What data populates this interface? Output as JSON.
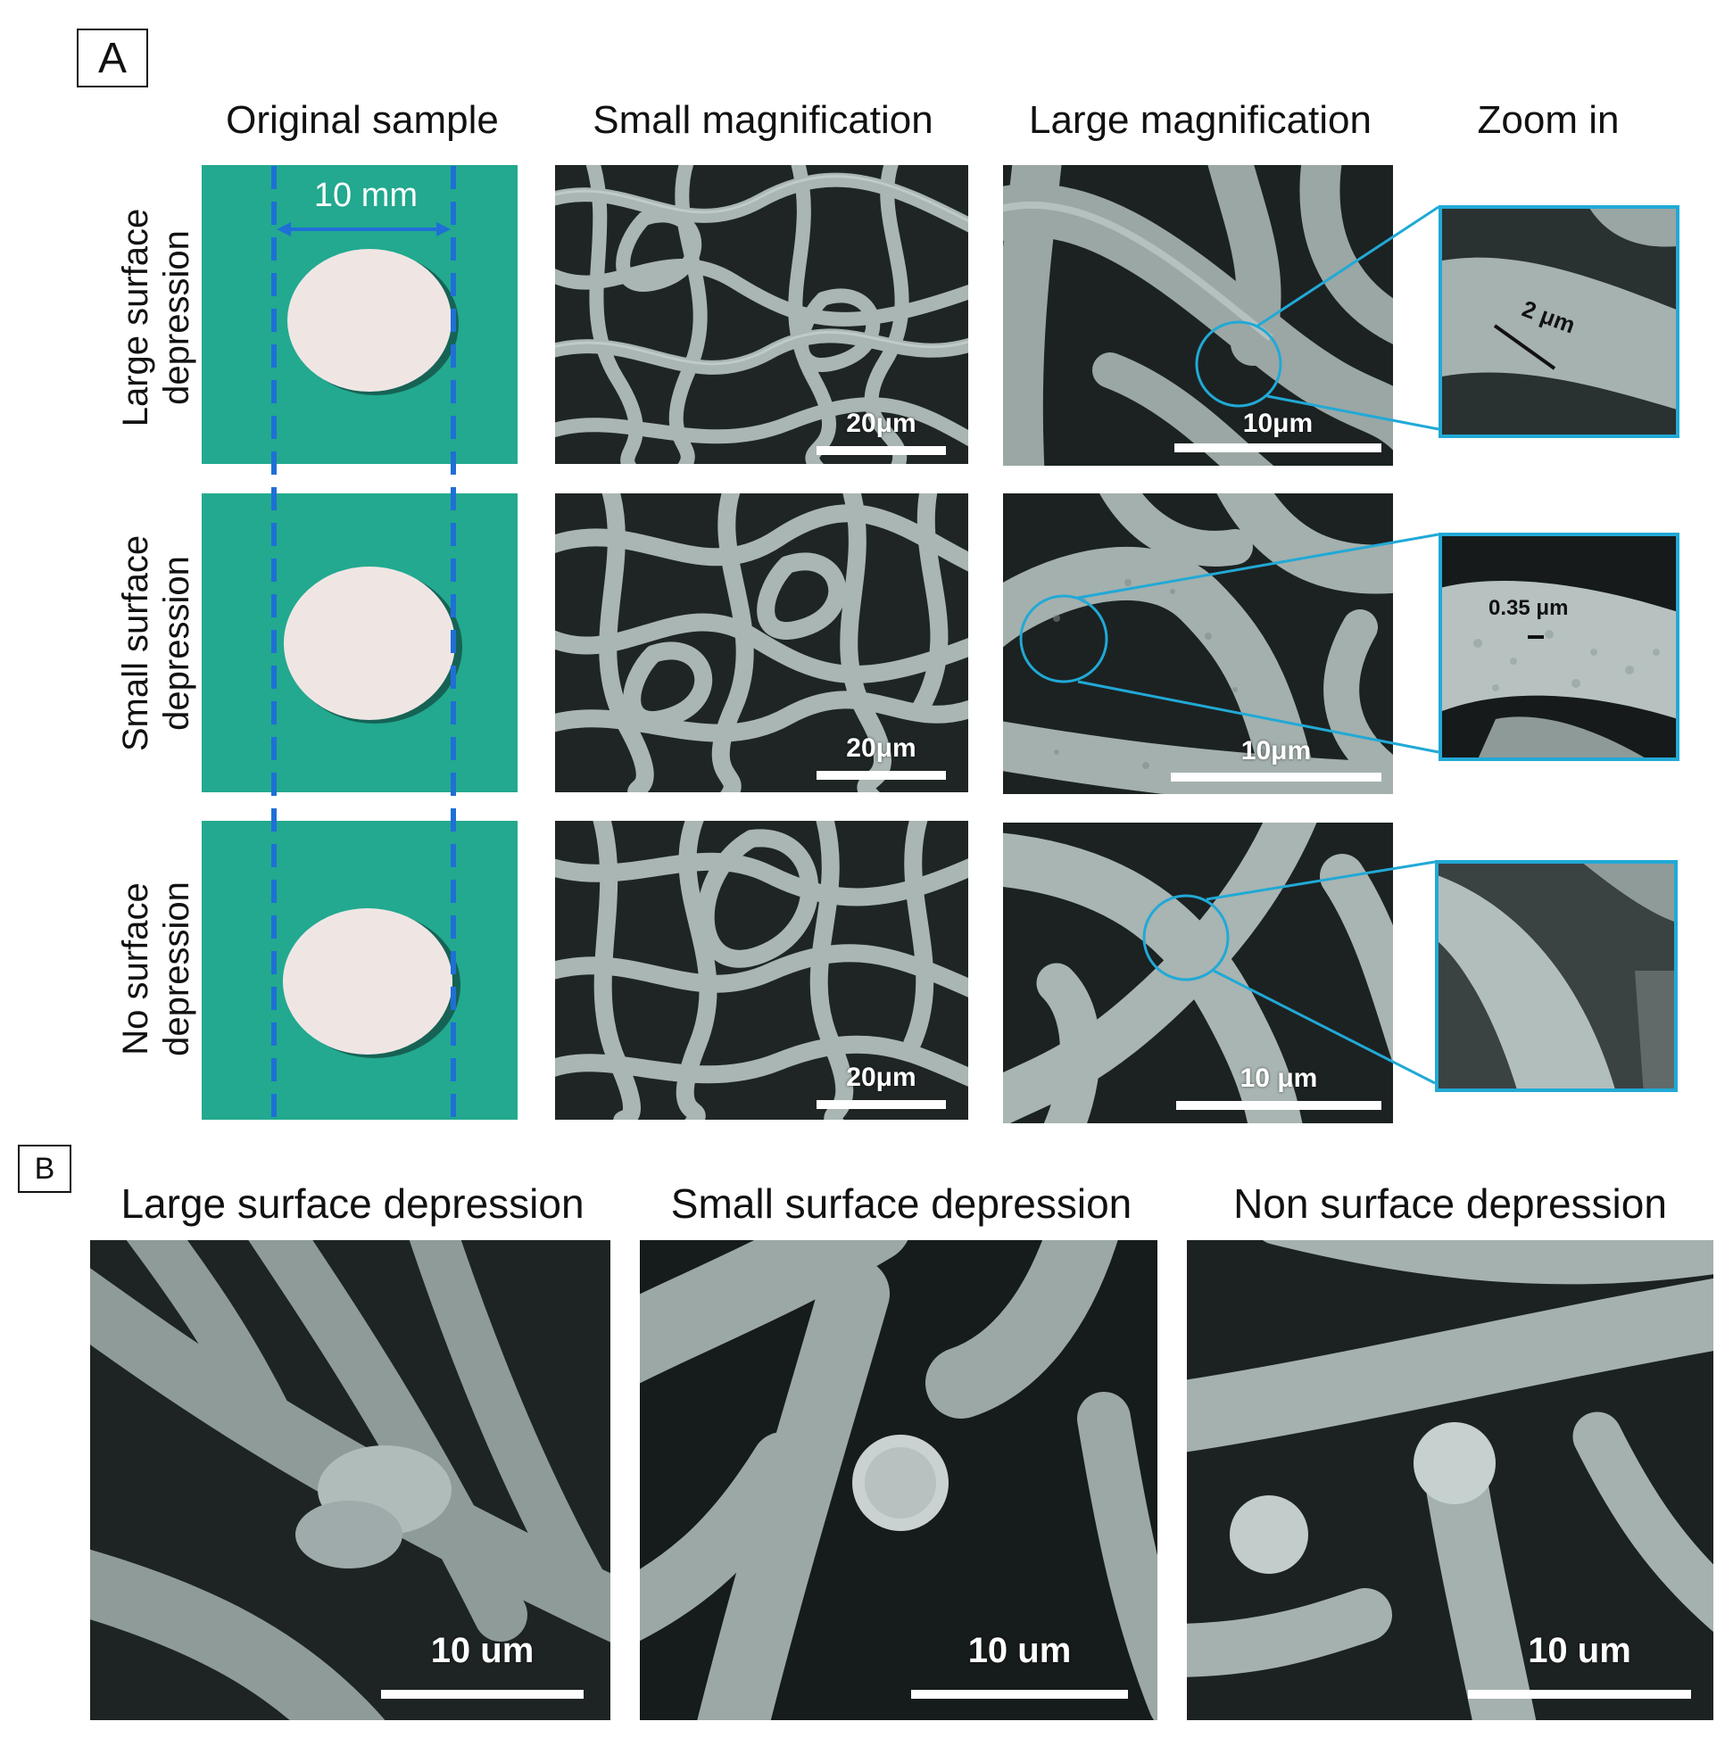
{
  "panel_a": {
    "label": "A",
    "column_headers": [
      "Original sample",
      "Small magnification",
      "Large magnification",
      "Zoom in"
    ],
    "row_headers": [
      [
        "Large surface",
        "depression"
      ],
      [
        "Small surface",
        "depression"
      ],
      [
        "No surface",
        "depression"
      ]
    ],
    "sample_width_label": "10 mm",
    "small_mag_scale": [
      "20μm",
      "20μm",
      "20μm"
    ],
    "large_mag_scale": [
      "10μm",
      "10μm",
      "10 μm"
    ],
    "zoom_labels": [
      "2 μm",
      "0.35 μm",
      ""
    ]
  },
  "panel_b": {
    "label": "B",
    "titles": [
      "Large surface depression",
      "Small surface depression",
      "Non surface depression"
    ],
    "scale_labels": [
      "10 um",
      "10 um",
      "10 um"
    ]
  },
  "colors": {
    "green_background": "#22a98f",
    "sample_disc": "#efe6e4",
    "guide_dashes": "#1f6fd6",
    "zoom_outline": "#21a9d6",
    "sem_fiber": "#a9b6b3",
    "sem_background": "#1a1f1f"
  }
}
